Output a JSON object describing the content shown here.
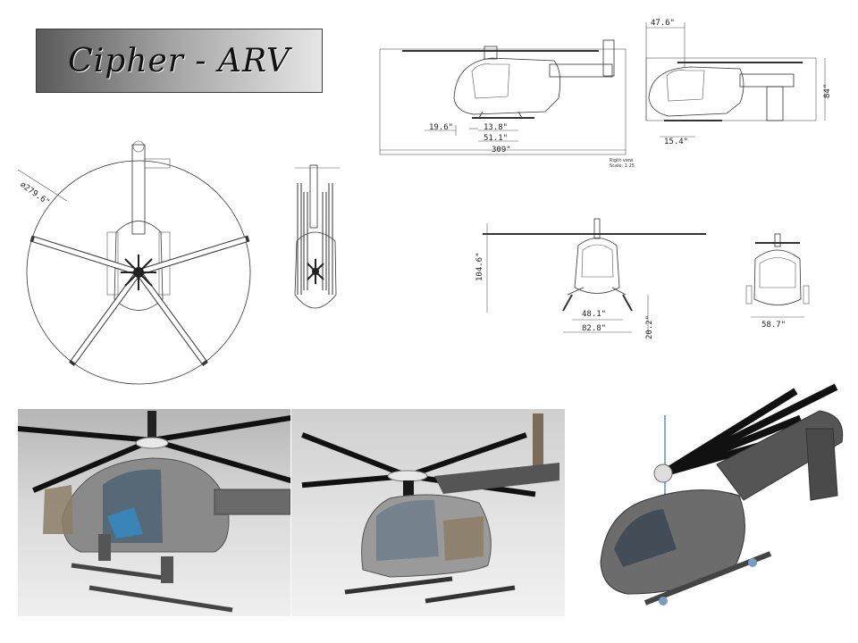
{
  "title": "Cipher - ARV",
  "top_view": {
    "rotor_diameter": "∅279.6\""
  },
  "side_view": {
    "dims": [
      "19.6\"",
      "13.8\"",
      "51.1\"",
      "309\""
    ],
    "view_label": "Right view",
    "scale_label": "Scale: 1:25"
  },
  "side_view_small": {
    "dims": [
      "47.6\"",
      "15.4\"",
      "84\""
    ]
  },
  "front_view": {
    "dims": [
      "104.6\"",
      "48.1\"",
      "82.8\"",
      "20.2\""
    ]
  },
  "rear_view": {
    "dims": [
      "58.7\""
    ]
  },
  "renders": [
    {
      "name": "render-1"
    },
    {
      "name": "render-2"
    },
    {
      "name": "render-3"
    }
  ]
}
